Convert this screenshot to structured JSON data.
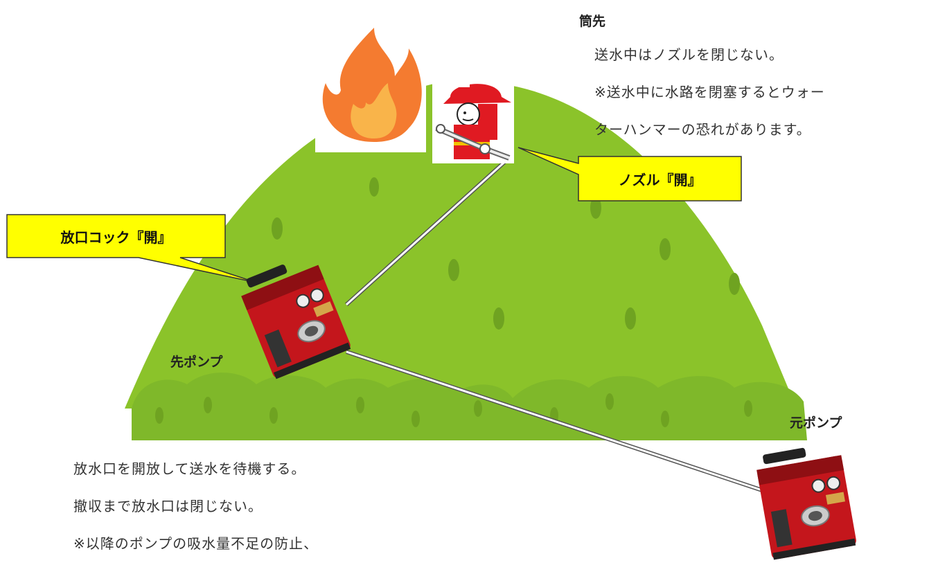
{
  "nozzle_section": {
    "title": "筒先",
    "lines": [
      "送水中はノズルを閉じない。",
      "※送水中に水路を閉塞するとウォー",
      "ターハンマーの恐れがあります。"
    ]
  },
  "callouts": {
    "nozzle": "ノズル『開』",
    "outlet_cock": "放口コック『開』"
  },
  "pump_labels": {
    "front_pump": "先ポンプ",
    "source_pump": "元ポンプ"
  },
  "pump_section": {
    "lines": [
      "放水口を開放して送水を待機する。",
      "撤収まで放水口は閉じない。",
      "※以降のポンプの吸水量不足の防止、"
    ]
  },
  "colors": {
    "mountain": "#8bc32a",
    "mountain_dark": "#6fa321",
    "bush": "#7fb82a",
    "callout_fill": "#ffff00",
    "pump_red": "#c4161c",
    "fire_orange": "#f47b30",
    "fire_yellow": "#f9b44a"
  },
  "icons": [
    "fire-icon",
    "firefighter-icon",
    "portable-pump-icon"
  ]
}
